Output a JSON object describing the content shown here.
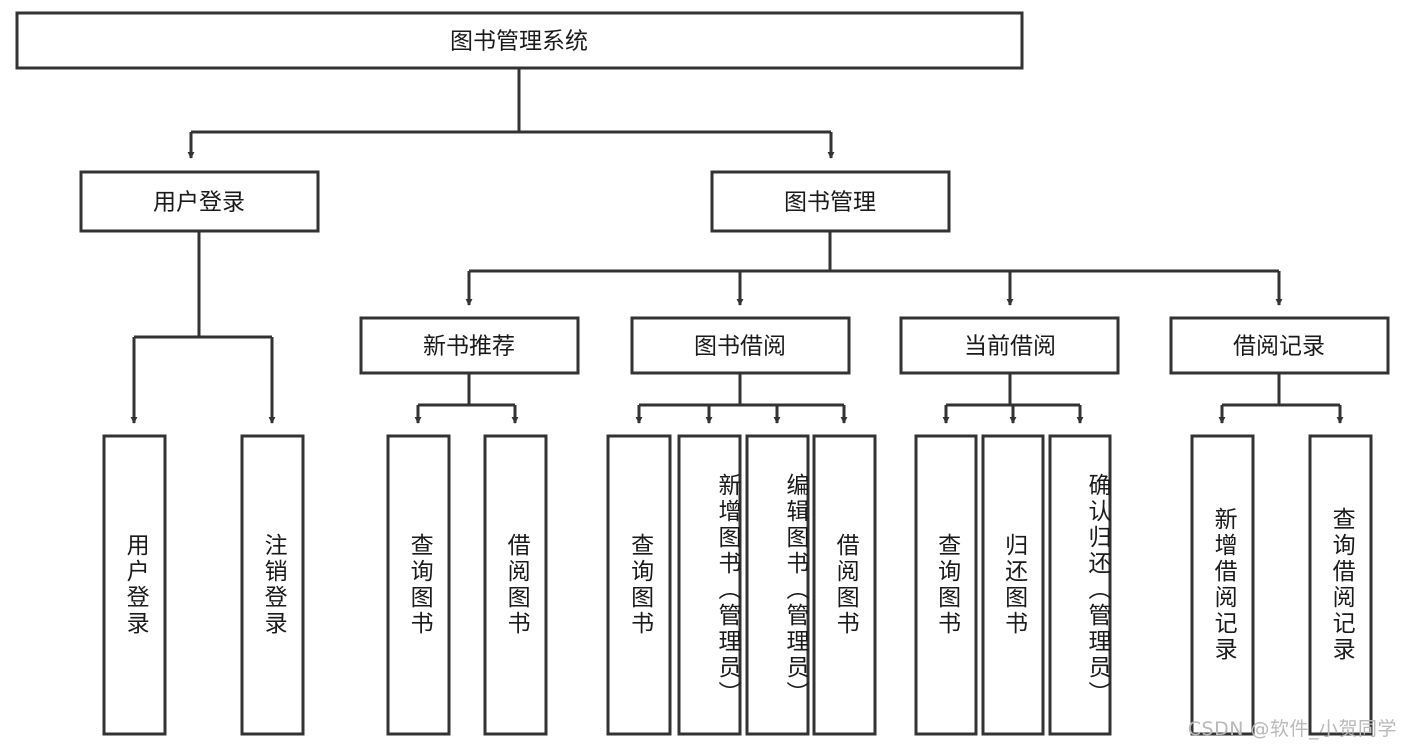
{
  "diagram": {
    "title": "图书管理系统",
    "watermark": "CSDN @软件_小贺同学",
    "colors": {
      "background": "#ffffff",
      "stroke": "#333333",
      "text": "#1a1a1a",
      "watermark": "#b9b9b9"
    },
    "root": {
      "label": "图书管理系统"
    },
    "level2": [
      {
        "label": "用户登录"
      },
      {
        "label": "图书管理"
      }
    ],
    "level3": [
      {
        "label": "新书推荐"
      },
      {
        "label": "图书借阅"
      },
      {
        "label": "当前借阅"
      },
      {
        "label": "借阅记录"
      }
    ],
    "leaves": {
      "user_login": [
        {
          "label": "用户登录"
        },
        {
          "label": "注销登录"
        }
      ],
      "new_book_recommend": [
        {
          "label": "查询图书"
        },
        {
          "label": "借阅图书"
        }
      ],
      "book_borrow": [
        {
          "label": "查询图书"
        },
        {
          "label": "新增图书（管理员）"
        },
        {
          "label": "编辑图书（管理员）"
        },
        {
          "label": "借阅图书"
        }
      ],
      "current_borrow": [
        {
          "label": "查询图书"
        },
        {
          "label": "归还图书"
        },
        {
          "label": "确认归还（管理员）"
        }
      ],
      "borrow_record": [
        {
          "label": "新增借阅记录"
        },
        {
          "label": "查询借阅记录"
        }
      ]
    }
  }
}
